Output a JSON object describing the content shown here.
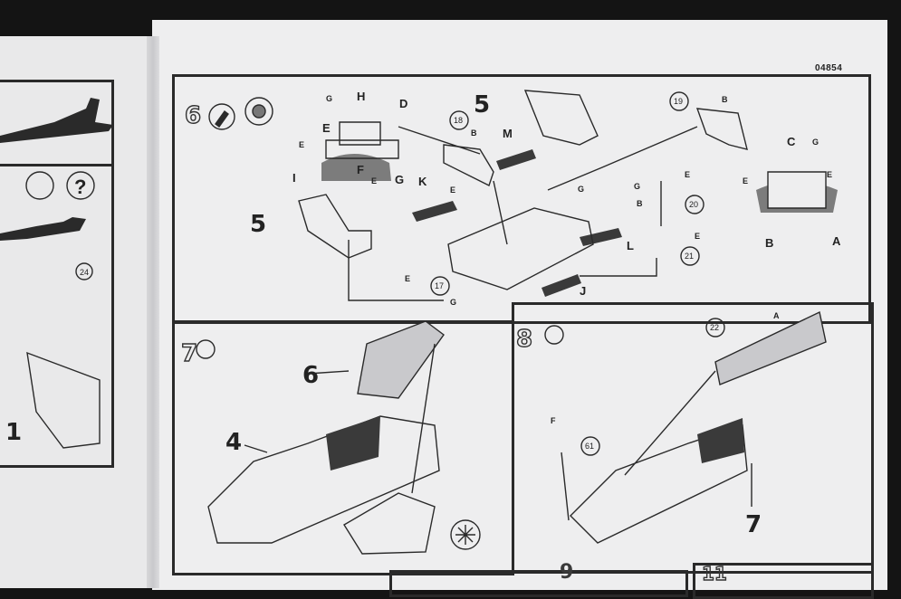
{
  "sheet": {
    "number": "04854"
  },
  "steps": [
    {
      "number": "6"
    },
    {
      "number": "7"
    },
    {
      "number": "8"
    },
    {
      "number": "9"
    },
    {
      "number": "11"
    }
  ],
  "left_page": {
    "part_number": "24",
    "assembly_number": "1",
    "help_symbol": "?"
  },
  "step6": {
    "letters": [
      "H",
      "D",
      "E",
      "F",
      "I",
      "G",
      "C",
      "B",
      "A",
      "K",
      "M",
      "L",
      "J"
    ],
    "parts": [
      "18",
      "19",
      "20",
      "21",
      "17"
    ],
    "sprue_tags": [
      "G",
      "B",
      "E",
      "E",
      "B",
      "E",
      "G",
      "G",
      "E",
      "B",
      "E",
      "E",
      "E",
      "G",
      "G",
      "E"
    ],
    "assembly": "5"
  },
  "step7": {
    "assemblies": [
      "6",
      "4"
    ]
  },
  "step8": {
    "parts": [
      "22",
      "61"
    ],
    "tags": [
      "A",
      "F"
    ],
    "assembly": "7"
  },
  "colors": {
    "paper": "#eeeeef",
    "ink": "#2a2a2a",
    "background": "#141414",
    "shading": "#7c7c7c"
  }
}
